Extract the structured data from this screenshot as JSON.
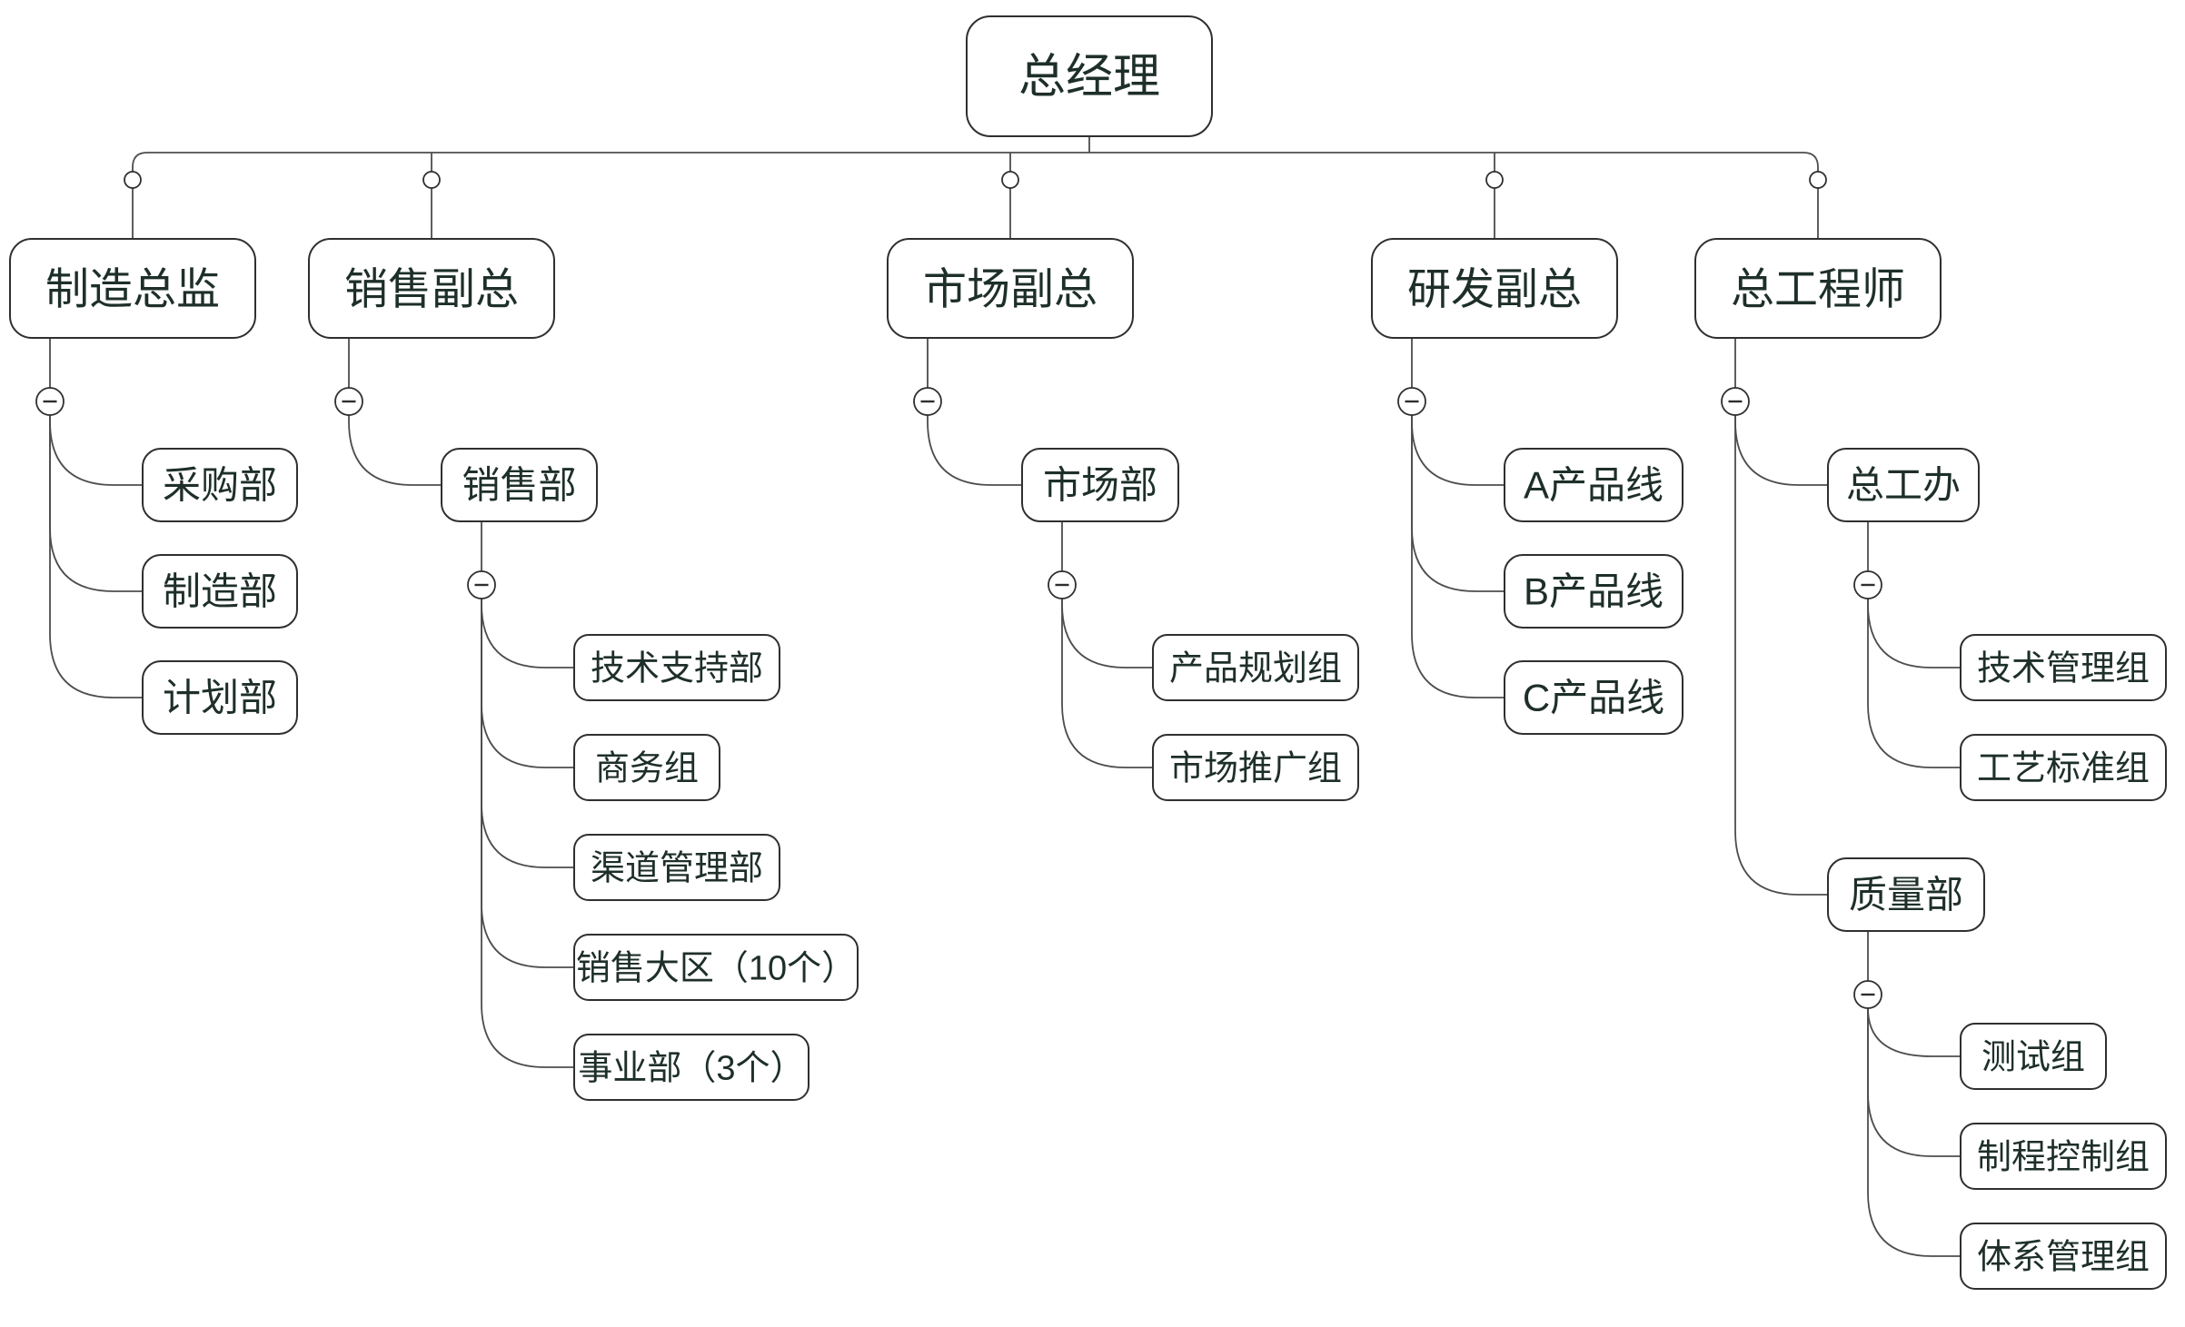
{
  "diagram": {
    "background": "#ffffff",
    "node_fill": "#ffffff",
    "node_border_color": "#2f2f2f",
    "text_color": "#1e2f2a",
    "connector_color": "#4d4d4d",
    "collapse_button": {
      "fill": "#ffffff",
      "border": "#2f2f2f",
      "minus_color": "#2f2f2f",
      "state_icon": "minus-icon"
    },
    "branch_dot": {
      "fill": "#ffffff",
      "border": "#2f2f2f"
    }
  },
  "tree": {
    "id": "general-manager",
    "label": "总经理",
    "children": [
      {
        "id": "manufacturing-director",
        "label": "制造总监",
        "children": [
          {
            "id": "purchasing-dept",
            "label": "采购部"
          },
          {
            "id": "manufacturing-dept",
            "label": "制造部"
          },
          {
            "id": "planning-dept",
            "label": "计划部"
          }
        ]
      },
      {
        "id": "sales-vp",
        "label": "销售副总",
        "children": [
          {
            "id": "sales-dept",
            "label": "销售部",
            "children": [
              {
                "id": "tech-support-dept",
                "label": "技术支持部"
              },
              {
                "id": "commerce-group",
                "label": "商务组"
              },
              {
                "id": "channel-mgmt-dept",
                "label": "渠道管理部"
              },
              {
                "id": "sales-regions",
                "label": "销售大区（10个）"
              },
              {
                "id": "business-units",
                "label": "事业部（3个）"
              }
            ]
          }
        ]
      },
      {
        "id": "marketing-vp",
        "label": "市场副总",
        "children": [
          {
            "id": "marketing-dept",
            "label": "市场部",
            "children": [
              {
                "id": "product-planning-group",
                "label": "产品规划组"
              },
              {
                "id": "market-promotion-group",
                "label": "市场推广组"
              }
            ]
          }
        ]
      },
      {
        "id": "rd-vp",
        "label": "研发副总",
        "children": [
          {
            "id": "product-line-a",
            "label": "A产品线"
          },
          {
            "id": "product-line-b",
            "label": "B产品线"
          },
          {
            "id": "product-line-c",
            "label": "C产品线"
          }
        ]
      },
      {
        "id": "chief-engineer",
        "label": "总工程师",
        "children": [
          {
            "id": "chief-engineer-office",
            "label": "总工办",
            "children": [
              {
                "id": "tech-mgmt-group",
                "label": "技术管理组"
              },
              {
                "id": "process-standard-group",
                "label": "工艺标准组"
              }
            ]
          },
          {
            "id": "quality-dept",
            "label": "质量部",
            "children": [
              {
                "id": "testing-group",
                "label": "测试组"
              },
              {
                "id": "process-control-group",
                "label": "制程控制组"
              },
              {
                "id": "system-mgmt-group",
                "label": "体系管理组"
              }
            ]
          }
        ]
      }
    ]
  }
}
